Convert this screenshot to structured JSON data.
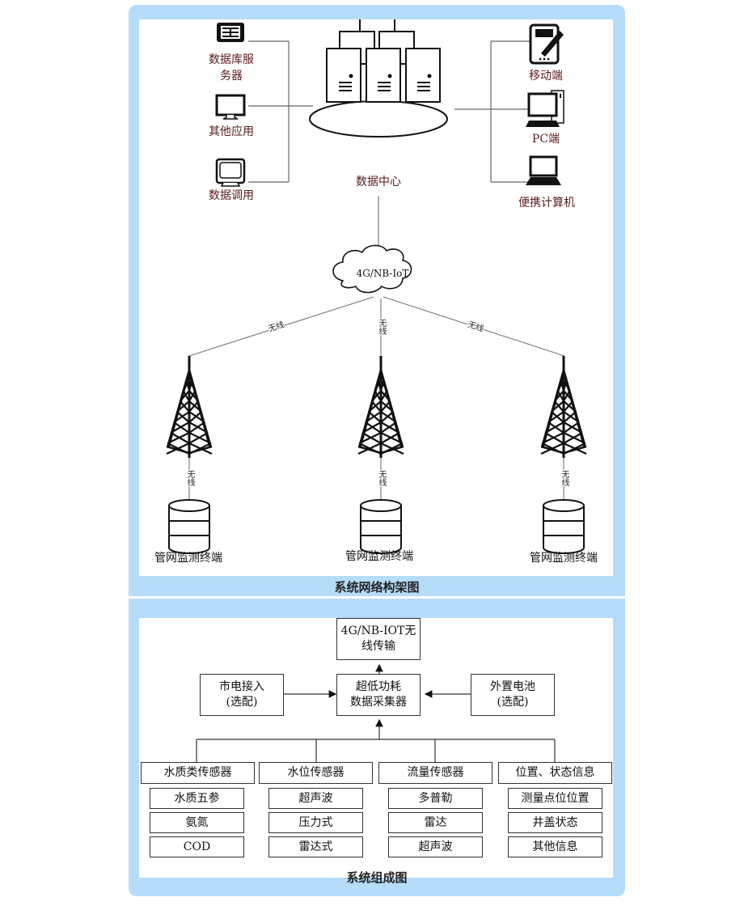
{
  "network": {
    "caption": "系统网络构架图",
    "left_clients": [
      {
        "label": "数据库服务器",
        "line1": "数据库服",
        "line2": "务器",
        "icon": "database-server-icon"
      },
      {
        "label": "其他应用",
        "icon": "monitor-icon"
      },
      {
        "label": "数据调用",
        "icon": "crt-monitor-icon"
      }
    ],
    "right_clients": [
      {
        "label": "移动端",
        "icon": "pda-pen-icon"
      },
      {
        "label": "PC端",
        "icon": "desktop-pc-icon"
      },
      {
        "label": "便携计算机",
        "icon": "laptop-icon"
      }
    ],
    "data_center": {
      "label": "数据中心",
      "icon": "server-cluster-icon"
    },
    "cloud": {
      "label": "4G/NB-IoT",
      "icon": "cloud-icon"
    },
    "links": {
      "wireless": "无线"
    },
    "terminals": [
      {
        "label": "管网监测终端",
        "icon": "database-cylinder-icon"
      },
      {
        "label": "管网监测终端",
        "icon": "database-cylinder-icon"
      },
      {
        "label": "管网监测终端",
        "icon": "database-cylinder-icon"
      }
    ]
  },
  "composition": {
    "caption": "系统组成图",
    "transmission": {
      "line1": "4G/NB-IOT无",
      "line2": "线传输"
    },
    "power_mains": {
      "line1": "市电接入",
      "line2": "(选配)"
    },
    "collector": {
      "line1": "超低功耗",
      "line2": "数据采集器"
    },
    "battery": {
      "line1": "外置电池",
      "line2": "(选配)"
    },
    "categories": [
      {
        "title": "水质类传感器",
        "items": [
          "水质五参",
          "氨氮",
          "COD"
        ]
      },
      {
        "title": "水位传感器",
        "items": [
          "超声波",
          "压力式",
          "雷达式"
        ]
      },
      {
        "title": "流量传感器",
        "items": [
          "多普勒",
          "雷达",
          "超声波"
        ]
      },
      {
        "title": "位置、状态信息",
        "items": [
          "测量点位位置",
          "井盖状态",
          "其他信息"
        ]
      }
    ]
  },
  "colors": {
    "frame": "#b5dcf8",
    "label_text": "#5a1a1a",
    "line": "#555555"
  }
}
